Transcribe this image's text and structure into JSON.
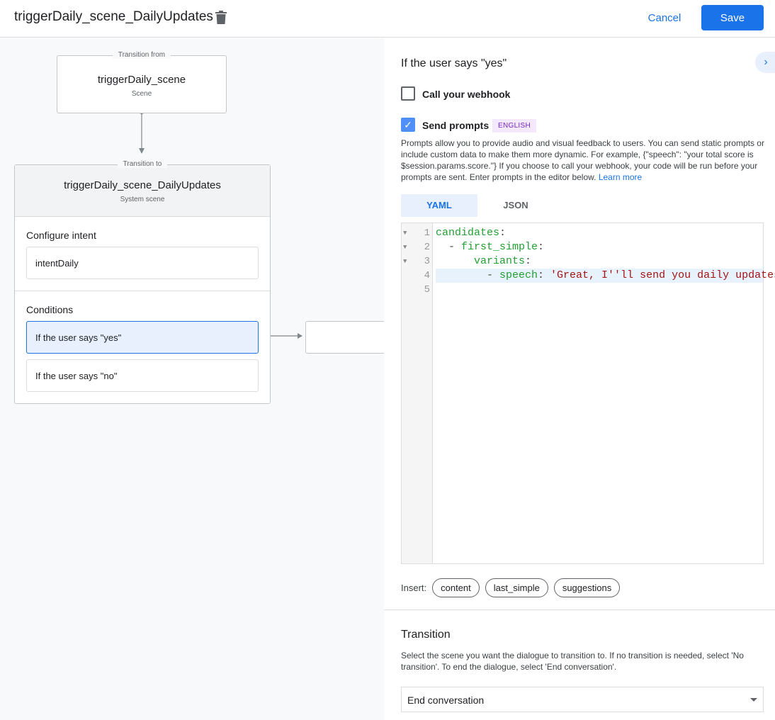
{
  "header": {
    "title": "triggerDaily_scene_DailyUpdates",
    "cancel": "Cancel",
    "save": "Save"
  },
  "canvas": {
    "from": {
      "legend": "Transition from",
      "name": "triggerDaily_scene",
      "type": "Scene"
    },
    "to": {
      "legend": "Transition to",
      "name": "triggerDaily_scene_DailyUpdates",
      "type": "System scene"
    },
    "configure_intent": "Configure intent",
    "intent": "intentDaily",
    "conditions_label": "Conditions",
    "conditions": [
      "If the user says \"yes\"",
      "If the user says \"no\""
    ]
  },
  "panel": {
    "title": "If the user says \"yes\"",
    "webhook_label": "Call your webhook",
    "webhook_checked": false,
    "prompts_label": "Send prompts",
    "prompts_checked": true,
    "language": "ENGLISH",
    "description": "Prompts allow you to provide audio and visual feedback to users. You can send static prompts or include custom data to make them more dynamic. For example, {\"speech\": \"your total score is $session.params.score.\"} If you choose to call your webhook, your code will be run before your prompts are sent. Enter prompts in the editor below. ",
    "learn_more": "Learn more",
    "tabs": [
      "YAML",
      "JSON"
    ],
    "active_tab": "YAML",
    "code_lines": [
      "1",
      "2",
      "3",
      "4",
      "5"
    ],
    "code": {
      "l1k": "candidates",
      "l2k": "first_simple",
      "l3k": "variants",
      "l4k": "speech",
      "l4s": "'Great, I''ll send you daily updates."
    },
    "insert_label": "Insert:",
    "insert_chips": [
      "content",
      "last_simple",
      "suggestions"
    ],
    "transition_title": "Transition",
    "transition_desc": "Select the scene you want the dialogue to transition to. If no transition is needed, select 'No transition'. To end the dialogue, select 'End conversation'.",
    "transition_value": "End conversation"
  },
  "colors": {
    "accent": "#1a73e8",
    "badge_bg": "#f3e8fd",
    "badge_text": "#7627bb"
  }
}
